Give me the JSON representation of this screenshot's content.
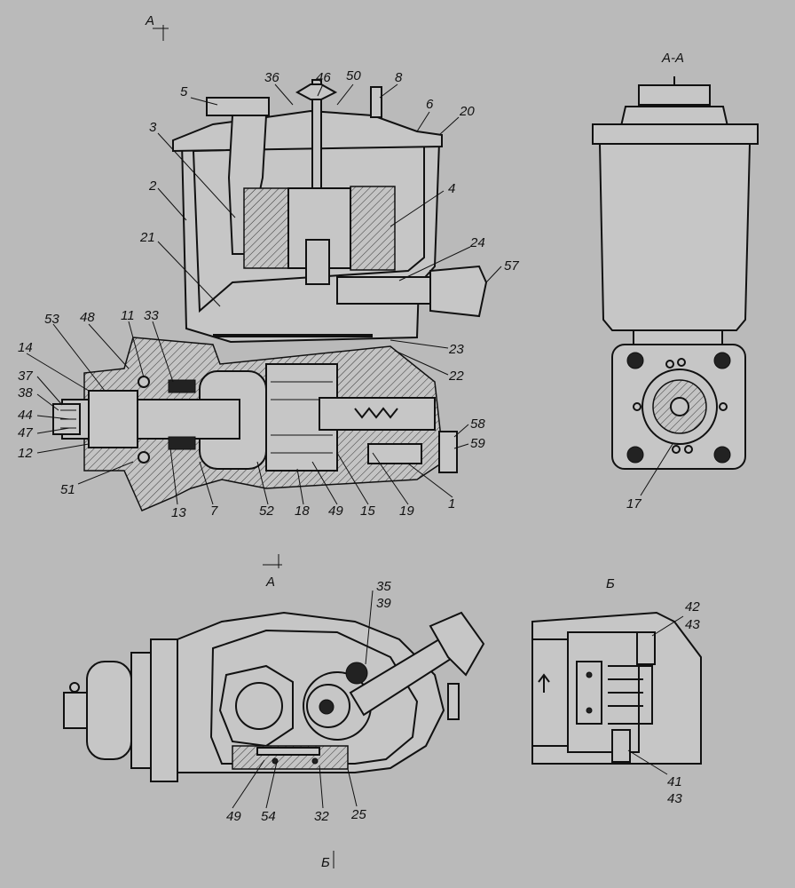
{
  "section_marks": {
    "a_top": "А",
    "a_bottom": "А",
    "b_top": "Б",
    "b_bottom": "Б",
    "view_aa": "А-А"
  },
  "callouts_main": [
    "5",
    "36",
    "46",
    "50",
    "8",
    "6",
    "20",
    "3",
    "2",
    "4",
    "21",
    "24",
    "57",
    "53",
    "48",
    "11",
    "33",
    "14",
    "37",
    "38",
    "44",
    "47",
    "12",
    "23",
    "22",
    "58",
    "59",
    "51",
    "13",
    "7",
    "52",
    "18",
    "49",
    "15",
    "19",
    "1"
  ],
  "callouts_aa": [
    "17"
  ],
  "callouts_bottom_left": [
    "35",
    "39",
    "49",
    "54",
    "32",
    "25"
  ],
  "callouts_bottom_right": [
    "42",
    "43",
    "41",
    "43"
  ]
}
